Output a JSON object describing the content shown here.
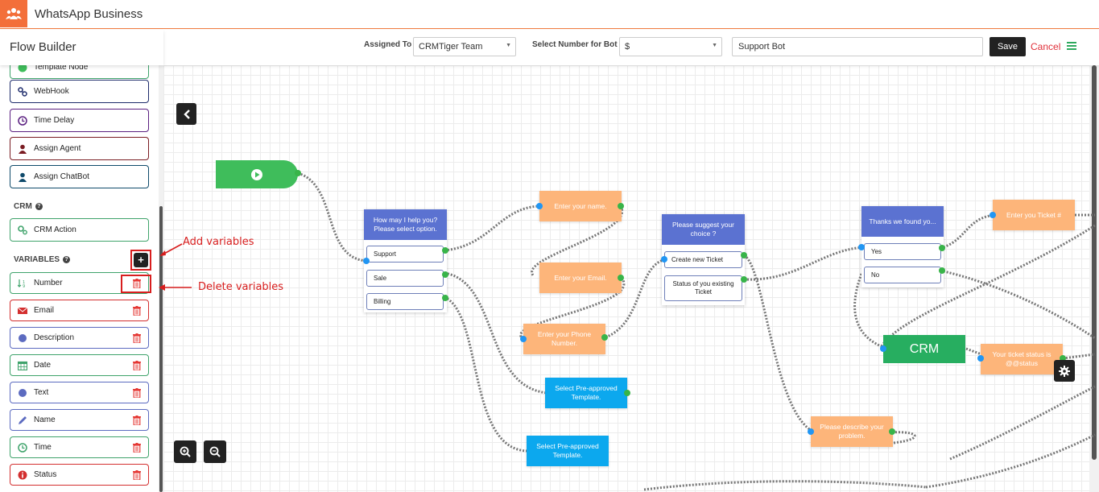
{
  "app": {
    "title": "WhatsApp Business"
  },
  "flow_builder": {
    "title": "Flow Builder"
  },
  "toolbar": {
    "assigned_to_label": "Assigned To",
    "assigned_to_value": "CRMTiger Team",
    "select_number_label": "Select Number for Bot",
    "number_value": "$",
    "bot_name": "Support Bot",
    "save_label": "Save",
    "cancel_label": "Cancel"
  },
  "sidebar": {
    "partial_item": "Template Node",
    "items": [
      {
        "label": "WebHook",
        "icon": "webhook-icon",
        "color": "#1d2b6b"
      },
      {
        "label": "Time Delay",
        "icon": "clock-icon",
        "color": "#5a1f80"
      },
      {
        "label": "Assign Agent",
        "icon": "user-icon",
        "color": "#7a1c22"
      },
      {
        "label": "Assign ChatBot",
        "icon": "user-icon",
        "color": "#0f4a6b"
      }
    ],
    "crm_title": "CRM",
    "crm_action": "CRM Action",
    "variables_title": "VARIABLES",
    "variables": [
      {
        "label": "Number",
        "icon": "number-icon",
        "color": "#3fa36b"
      },
      {
        "label": "Email",
        "icon": "envelope-icon",
        "color": "#d32f2f"
      },
      {
        "label": "Description",
        "icon": "circle-icon",
        "color": "#5c6bc0"
      },
      {
        "label": "Date",
        "icon": "calendar-icon",
        "color": "#3fa36b"
      },
      {
        "label": "Text",
        "icon": "circle-icon",
        "color": "#5c6bc0"
      },
      {
        "label": "Name",
        "icon": "pencil-icon",
        "color": "#5c6bc0"
      },
      {
        "label": "Time",
        "icon": "clock-icon",
        "color": "#3fa36b"
      },
      {
        "label": "Status",
        "icon": "info-icon",
        "color": "#d32f2f"
      }
    ]
  },
  "annotations": {
    "add_variables": "Add variables",
    "delete_variables": "Delete variables"
  },
  "canvas": {
    "q1": {
      "title": "How may I help you? Please select option.",
      "options": [
        "Support",
        "Sale",
        "Billing"
      ]
    },
    "q2": {
      "title": "Please suggest your choice ?",
      "options": [
        "Create new Ticket",
        "Status of you existing Ticket"
      ]
    },
    "q3": {
      "title": "Thanks we found yo...",
      "options": [
        "Yes",
        "No"
      ]
    },
    "enter_name": "Enter your name.",
    "enter_email": "Enter your Email.",
    "enter_phone": "Enter your Phone Number.",
    "template_1": "Select Pre-approved Template.",
    "template_2": "Select Pre-approved Template.",
    "describe_problem": "Please describe your problem.",
    "enter_ticket": "Enter you Ticket #",
    "ticket_status": "Your ticket status is @@status",
    "crm_node": "CRM"
  }
}
